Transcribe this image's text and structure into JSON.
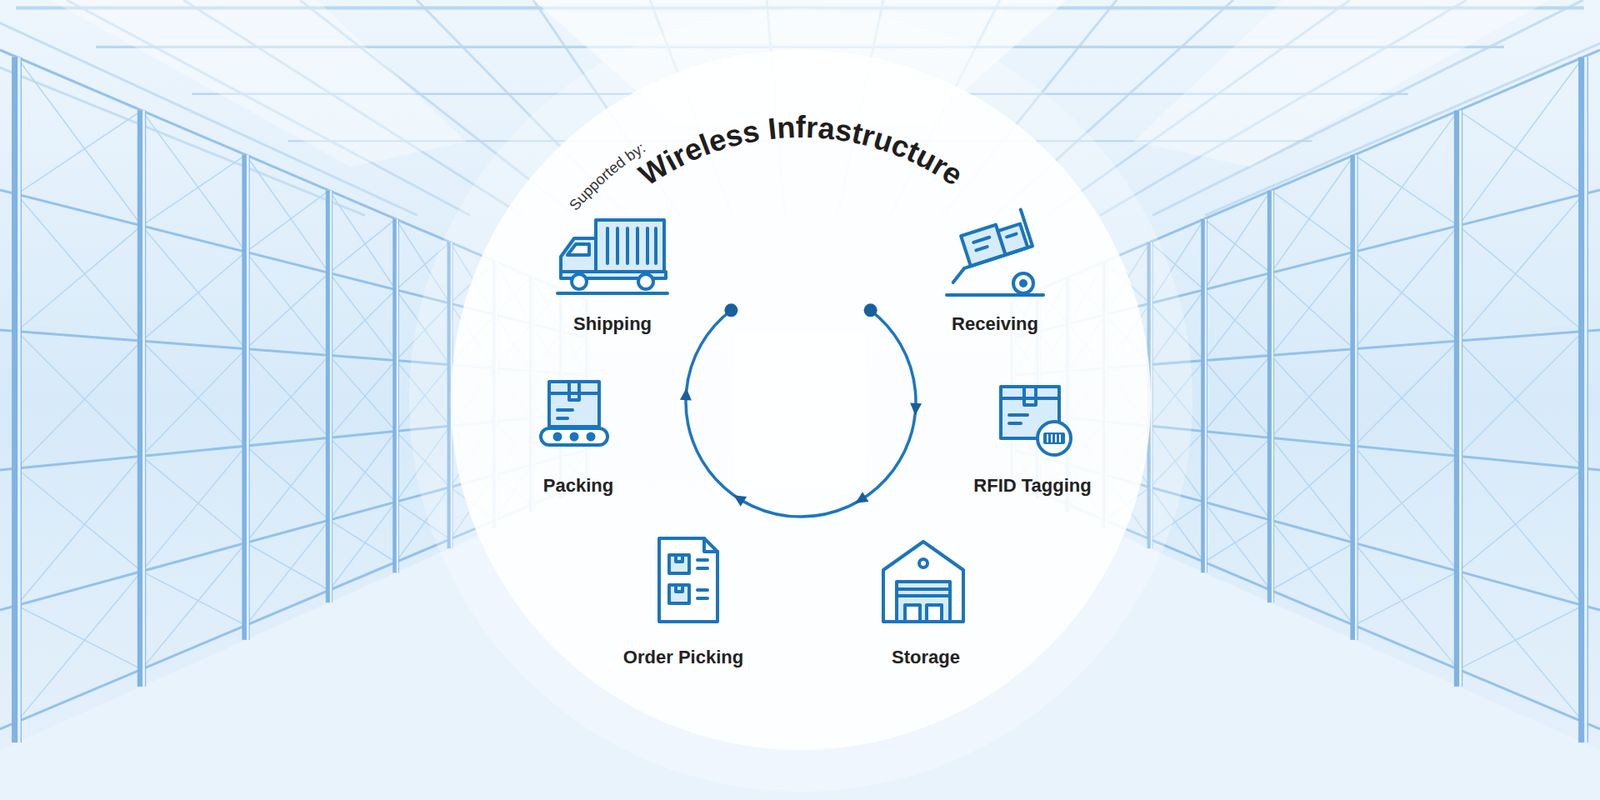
{
  "diagram": {
    "title": "Wireless Infrastructure",
    "labels": [
      "Supported by:",
      "Shipping",
      "Receiving",
      "Packing",
      "RFID Tagging",
      "Order Picking",
      "Storage"
    ]
  }
}
